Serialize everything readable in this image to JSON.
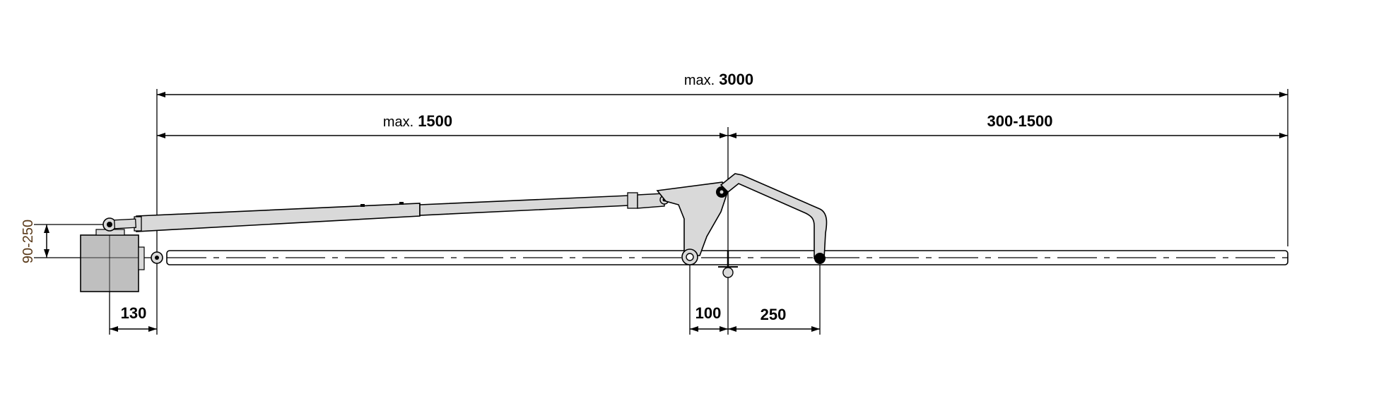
{
  "dimensions": {
    "overall": {
      "prefix": "max.",
      "value": "3000"
    },
    "arm": {
      "prefix": "max.",
      "value": "1500"
    },
    "sash": {
      "value": "300-1500"
    },
    "vertical_offset": {
      "value": "90-250"
    },
    "motor_offset": {
      "value": "130"
    },
    "pivot_offset": {
      "value": "100"
    },
    "lever_offset": {
      "value": "250"
    }
  },
  "colors": {
    "line": "#000000",
    "part_fill": "#d9d9d9",
    "motor_fill": "#bfbfbf",
    "dim_text": "#000000",
    "vertical_dim_text": "#5a3a1a"
  }
}
